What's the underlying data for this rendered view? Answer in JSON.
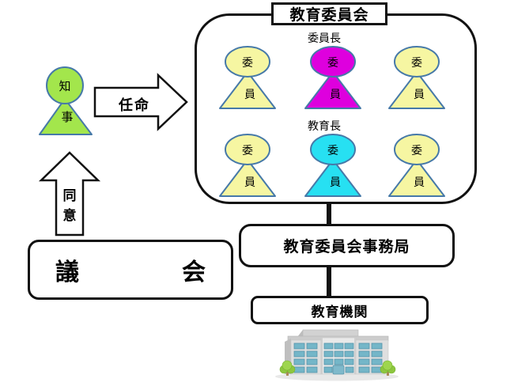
{
  "figure": {
    "board_title": "教育委員会",
    "chairperson_label": "委員長",
    "superintendent_label": "教育長",
    "member": {
      "head": "委",
      "body": "員"
    },
    "governor": {
      "head": "知",
      "body": "事"
    },
    "appointment_arrow": "任命",
    "consent_arrow": {
      "char1": "同",
      "char2": "意"
    },
    "assembly": {
      "char1": "議",
      "char2": "会"
    },
    "secretariat": "教育委員会事務局",
    "institutions": "教育機関"
  },
  "members": [
    {
      "position": "row1-left",
      "role": "member",
      "fill": "#F6F6A2"
    },
    {
      "position": "row1-center",
      "role": "chairperson",
      "fill": "#DE00DE"
    },
    {
      "position": "row1-right",
      "role": "member",
      "fill": "#F6F6A2"
    },
    {
      "position": "row2-left",
      "role": "member",
      "fill": "#F6F6A2"
    },
    {
      "position": "row2-center",
      "role": "superintendent",
      "fill": "#27E0F2"
    },
    {
      "position": "row2-right",
      "role": "member",
      "fill": "#F6F6A2"
    }
  ],
  "colors": {
    "member_default": "#F6F6A2",
    "chairperson": "#DE00DE",
    "superintendent": "#27E0F2",
    "governor": "#A3E64C",
    "figure_stroke": "#4679A8",
    "line": "#111111",
    "window_teal": "#74B6C8",
    "tree_green": "#8DC63F"
  }
}
